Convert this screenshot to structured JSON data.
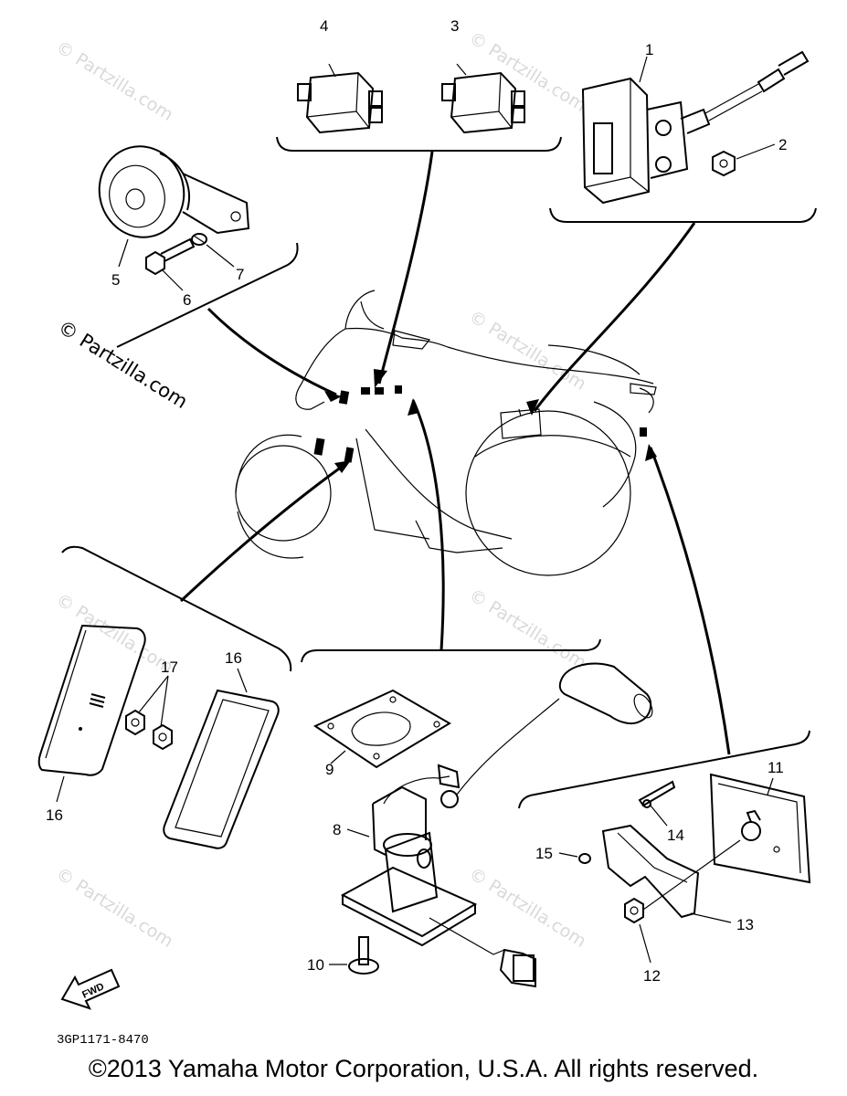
{
  "diagram": {
    "watermarks": [
      "© Partzilla.com",
      "© Partzilla.com",
      "© Partzilla.com",
      "© Partzilla.com",
      "© Partzilla.com",
      "© Partzilla.com",
      "© Partzilla.com"
    ],
    "watermark_dark": "© Partzilla.com",
    "callouts": [
      "1",
      "2",
      "3",
      "4",
      "5",
      "6",
      "7",
      "8",
      "9",
      "10",
      "11",
      "12",
      "13",
      "14",
      "15",
      "16",
      "16",
      "17"
    ],
    "part_code": "3GP1171-8470",
    "fwd_label": "FWD",
    "copyright": "©2013  Yamaha Motor Corporation, U.S.A. All rights reserved."
  }
}
